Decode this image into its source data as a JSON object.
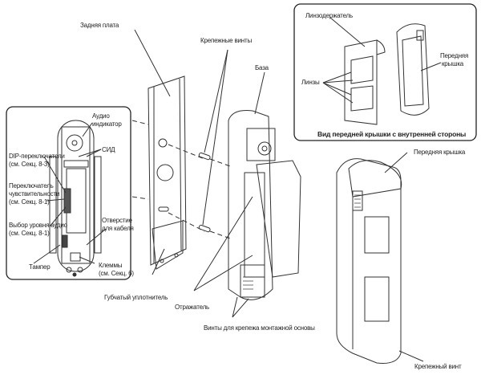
{
  "labels": {
    "back_plate": "Задняя плата",
    "mount_screws": "Крепежные винты",
    "base": "База",
    "audio_indicator": "Аудио\nиндикатор",
    "audio_indicator_1": "Аудио",
    "audio_indicator_2": "индикатор",
    "led": "СИД",
    "dip_switches_1": "DIP-переключатели",
    "dip_switches_2": "(см. Секц. 8-3)",
    "sensitivity_1": "Переключатель",
    "sensitivity_2": "чувствительности",
    "sensitivity_3": "(см. Секц. 8-1)",
    "audio_level_1": "Выбор уровня аудио",
    "audio_level_2": "(см. Секц. 8-1)",
    "cable_hole_1": "Отверстие",
    "cable_hole_2": "для кабеля",
    "tamper": "Тампер",
    "terminals_1": "Клеммы",
    "terminals_2": "(см. Секц. 6)",
    "sponge_seal": "Губчатый уплотнитель",
    "reflector": "Отражатель",
    "base_screws": "Винты для крепежа монтажной основы",
    "front_cover": "Передняя крышка",
    "fixing_screw": "Крепежный винт",
    "lens_holder": "Линзодержатель",
    "lenses": "Линзы",
    "front_cover_inset_1": "Передняя",
    "front_cover_inset_2": "крышка",
    "inset_caption": "Вид передней крышки с внутренней стороны"
  },
  "colors": {
    "line": "#333333",
    "frame": "#222222",
    "background": "#ffffff"
  }
}
